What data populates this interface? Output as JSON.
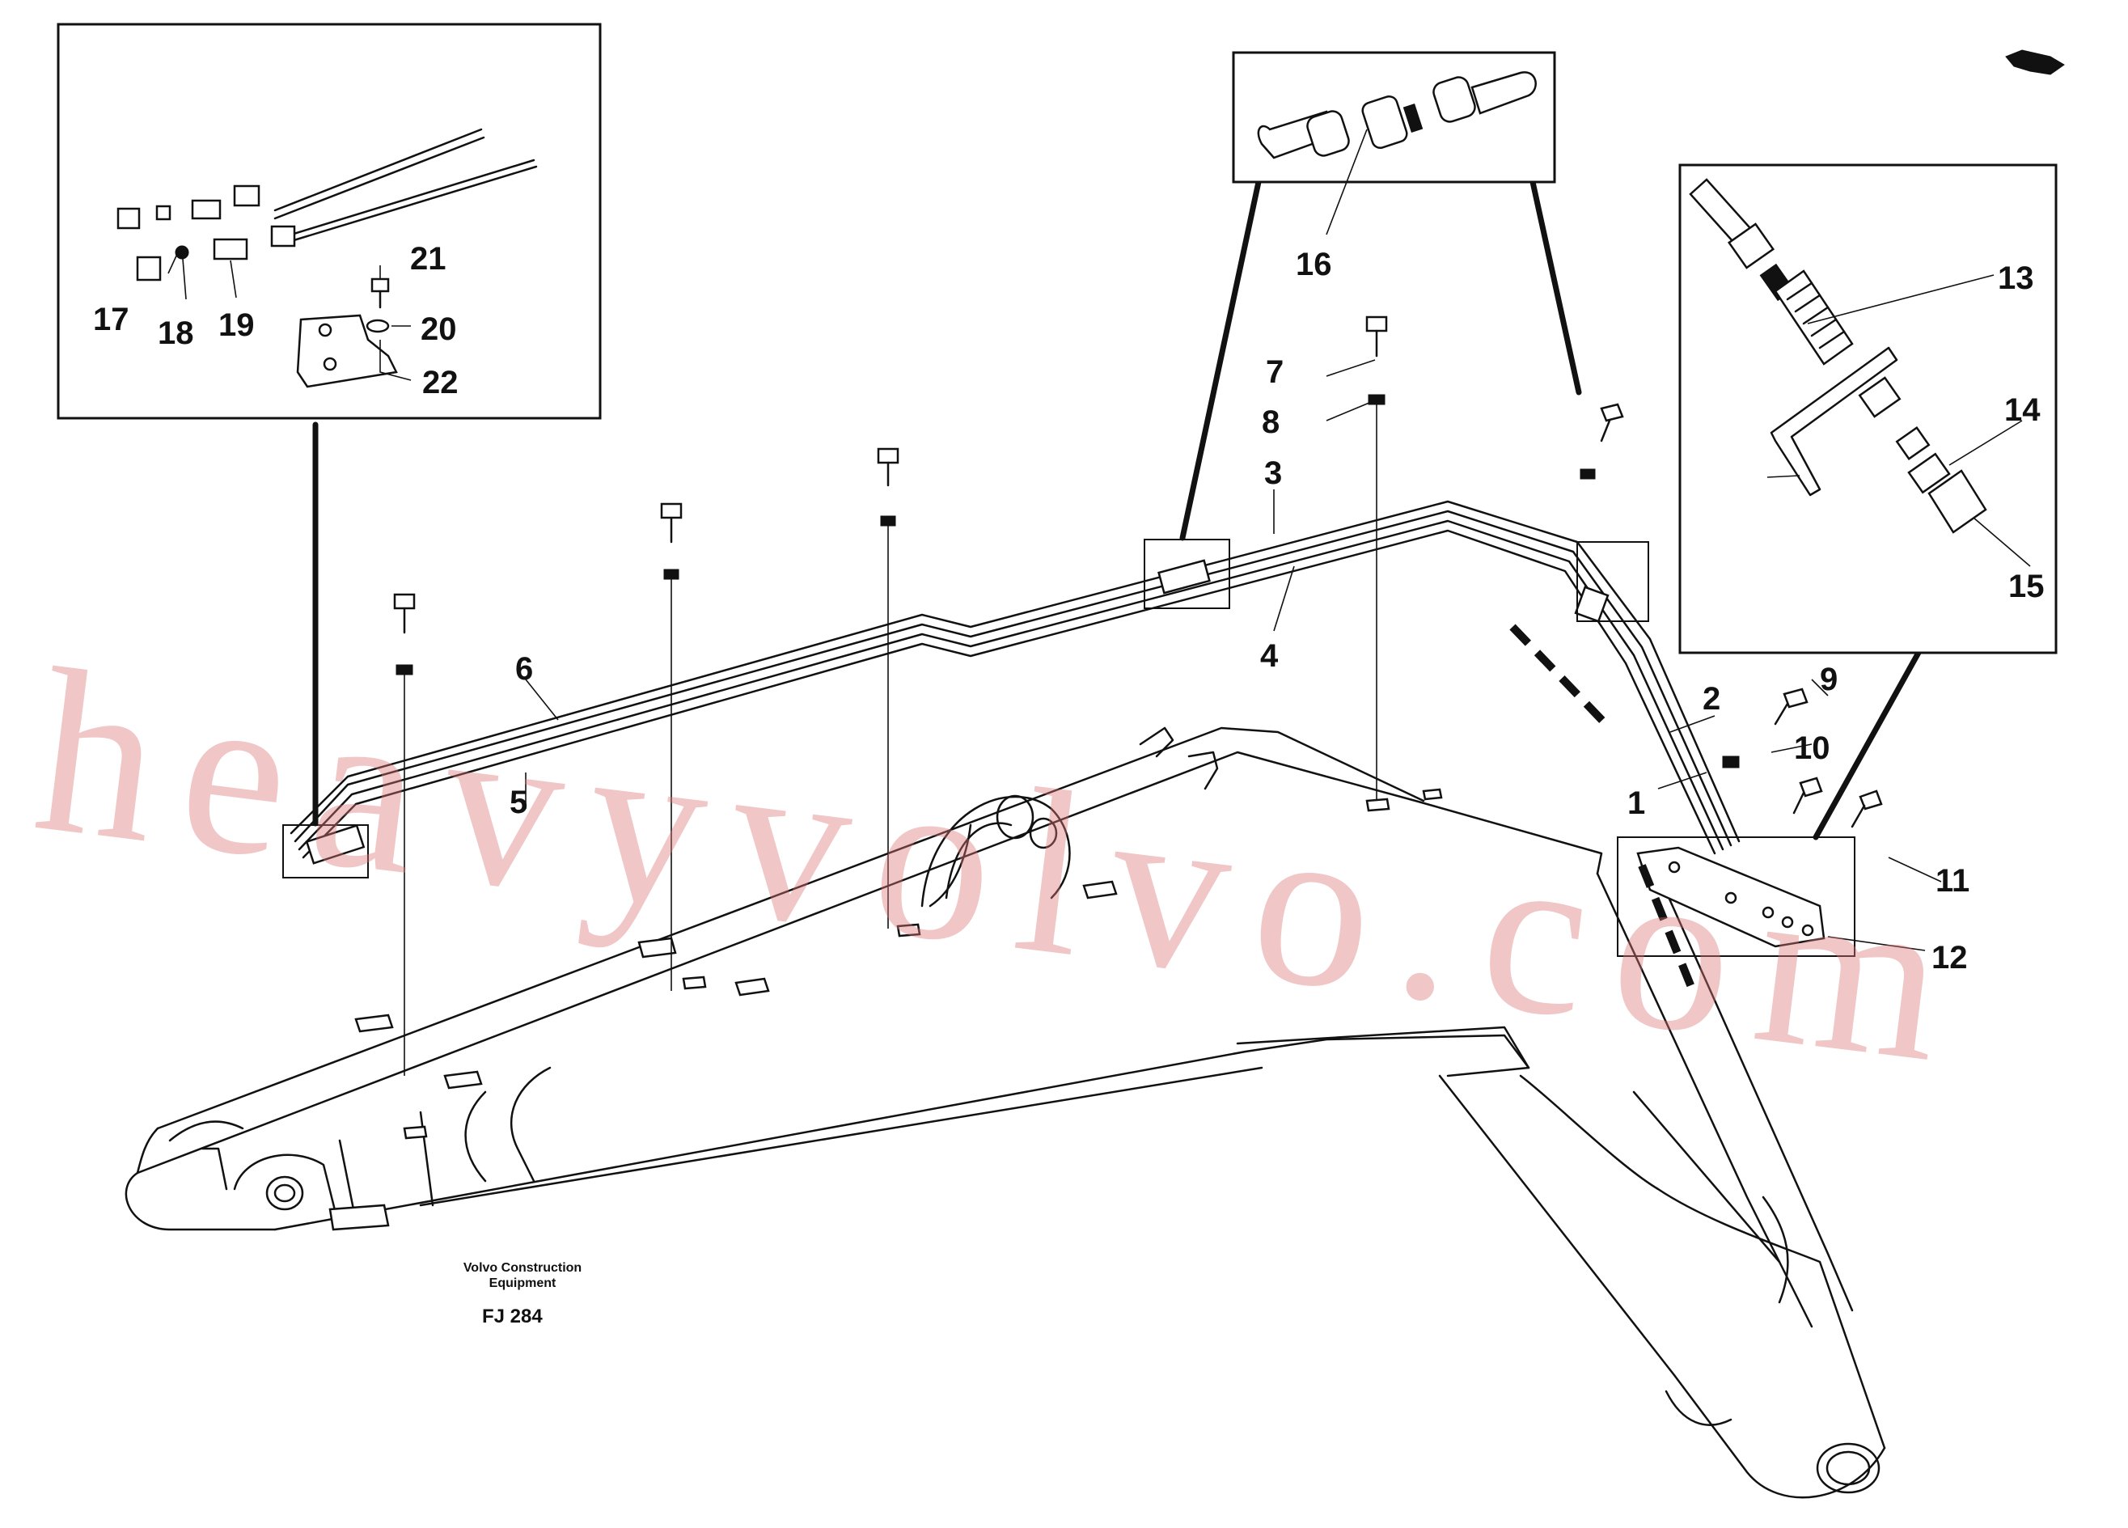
{
  "drawing": {
    "publisher_line1": "Volvo Construction",
    "publisher_line2": "Equipment",
    "drawing_id": "FJ 284",
    "watermark": "heavyvolvo.com",
    "line_color": "#111111",
    "watermark_color": "#dc7878"
  },
  "callouts": {
    "c1": "1",
    "c2": "2",
    "c3": "3",
    "c4": "4",
    "c5": "5",
    "c6": "6",
    "c7": "7",
    "c8": "8",
    "c9": "9",
    "c10": "10",
    "c11": "11",
    "c12": "12",
    "c13": "13",
    "c14": "14",
    "c15": "15",
    "c16": "16",
    "c17": "17",
    "c18": "18",
    "c19": "19",
    "c20": "20",
    "c21": "21",
    "c22": "22"
  }
}
